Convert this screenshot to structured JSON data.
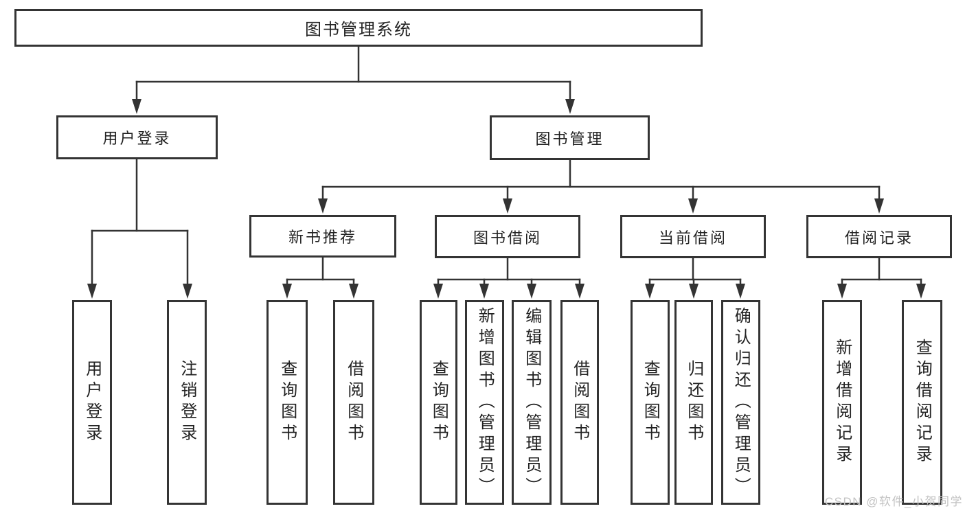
{
  "tree": {
    "root_label": "图书管理系统",
    "user_login": {
      "label": "用户登录",
      "children": [
        "用户登录",
        "注销登录"
      ]
    },
    "book_management": {
      "label": "图书管理",
      "sections": [
        {
          "label": "新书推荐",
          "children": [
            "查询图书",
            "借阅图书"
          ]
        },
        {
          "label": "图书借阅",
          "children": [
            "查询图书",
            "新增图书（管理员）",
            "编辑图书（管理员）",
            "借阅图书"
          ]
        },
        {
          "label": "当前借阅",
          "children": [
            "查询图书",
            "归还图书",
            "确认归还（管理员）"
          ]
        },
        {
          "label": "借阅记录",
          "children": [
            "新增借阅记录",
            "查询借阅记录"
          ]
        }
      ]
    },
    "watermark": "CSDN @软件_小贺同学",
    "colors": {
      "line": "#333333",
      "border": "#343434",
      "text": "#222222",
      "watermark_text": "#c3c3c3",
      "background": "#ffffff"
    }
  }
}
